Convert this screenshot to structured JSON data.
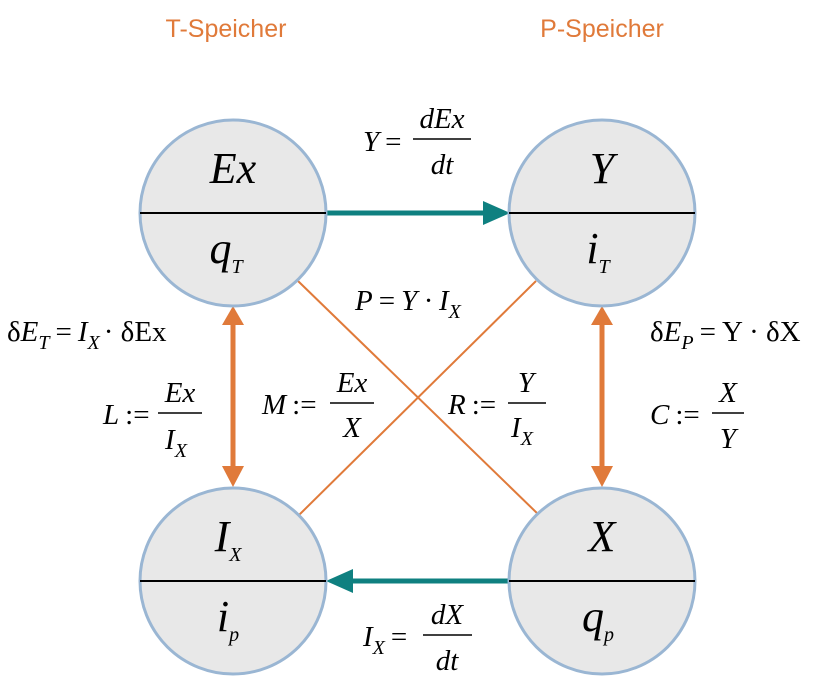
{
  "headers": {
    "t_store": "T-Speicher",
    "p_store": "P-Speicher"
  },
  "nodes": {
    "top_left": {
      "top": "Ex",
      "top_sub": "",
      "bottom": "q",
      "bottom_sub": "T"
    },
    "top_right": {
      "top": "Y",
      "top_sub": "",
      "bottom": "i",
      "bottom_sub": "T"
    },
    "bottom_left": {
      "top": "I",
      "top_sub": "X",
      "bottom": "i",
      "bottom_sub": "p"
    },
    "bottom_right": {
      "top": "X",
      "top_sub": "",
      "bottom": "q",
      "bottom_sub": "p"
    }
  },
  "equations": {
    "y_def": {
      "lhs": "Y",
      "op": "=",
      "num": "dEx",
      "den": "dt"
    },
    "ix_def": {
      "lhs": "I",
      "lhs_sub": "X",
      "op": "=",
      "num": "dX",
      "den": "dt"
    },
    "power": {
      "lhs": "P",
      "op": "=",
      "rhs": "Y · I",
      "rhs_sub": "X"
    },
    "dE_t": {
      "pre": "δ",
      "lhs": "E",
      "lhs_sub": "T",
      "op": "=",
      "rhs_a": "I",
      "rhs_a_sub": "X",
      "rhs_b": "· δEx"
    },
    "dE_p": {
      "pre": "δ",
      "lhs": "E",
      "lhs_sub": "P",
      "op": "=",
      "rhs": "Y · δX"
    },
    "L": {
      "lhs": "L",
      "op": ":=",
      "num": "Ex",
      "den": "I",
      "den_sub": "X"
    },
    "M": {
      "lhs": "M",
      "op": ":=",
      "num": "Ex",
      "den": "X"
    },
    "R": {
      "lhs": "R",
      "op": ":=",
      "num": "Y",
      "den": "I",
      "den_sub": "X"
    },
    "C": {
      "lhs": "C",
      "op": ":=",
      "num": "X",
      "den": "Y"
    }
  },
  "colors": {
    "header": "#e07a3a",
    "cross_line": "#e07a3a",
    "double_arrow": "#e07a3a",
    "flow_arrow": "#0f8080",
    "node_fill": "#e8e8e8",
    "node_stroke": "#9ab6d3"
  }
}
